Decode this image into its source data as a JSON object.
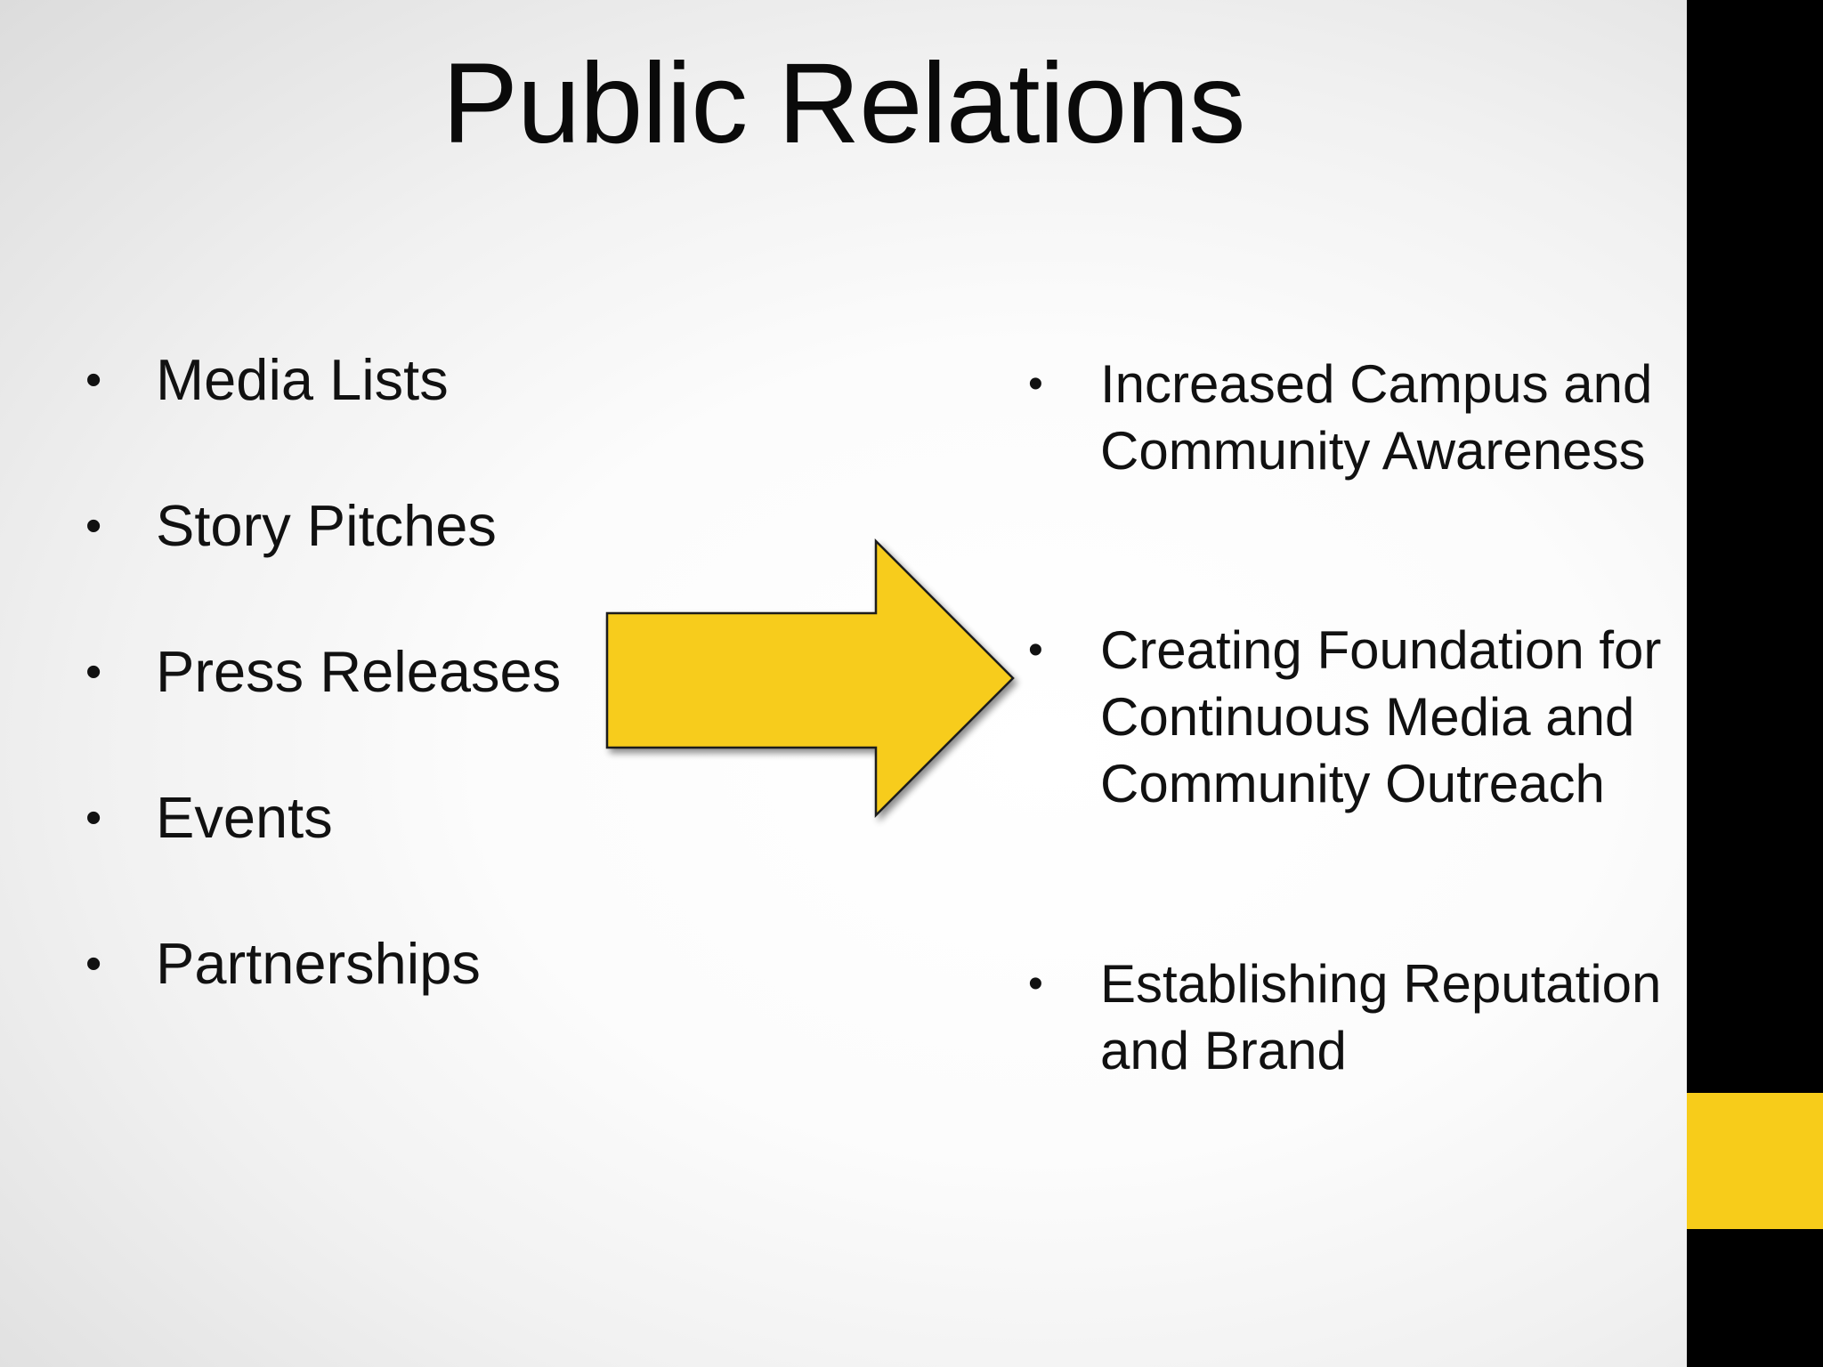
{
  "slide": {
    "title": "Public Relations",
    "left_items": [
      {
        "text": "Media Lists"
      },
      {
        "text": "Story Pitches"
      },
      {
        "text": "Press Releases"
      },
      {
        "text": "Events"
      },
      {
        "text": "Partnerships"
      }
    ],
    "right_items": [
      {
        "text": "Increased Campus and Community Awareness"
      },
      {
        "text": "Creating Foundation for Continuous Media and Community Outreach"
      },
      {
        "text": "Establishing Reputation and Brand"
      }
    ],
    "bullet_glyph": "•"
  },
  "colors": {
    "accent": "#f7cc1a",
    "sidebar": "#000000",
    "text": "#111111"
  },
  "icons": {
    "arrow": "right-arrow-icon"
  }
}
